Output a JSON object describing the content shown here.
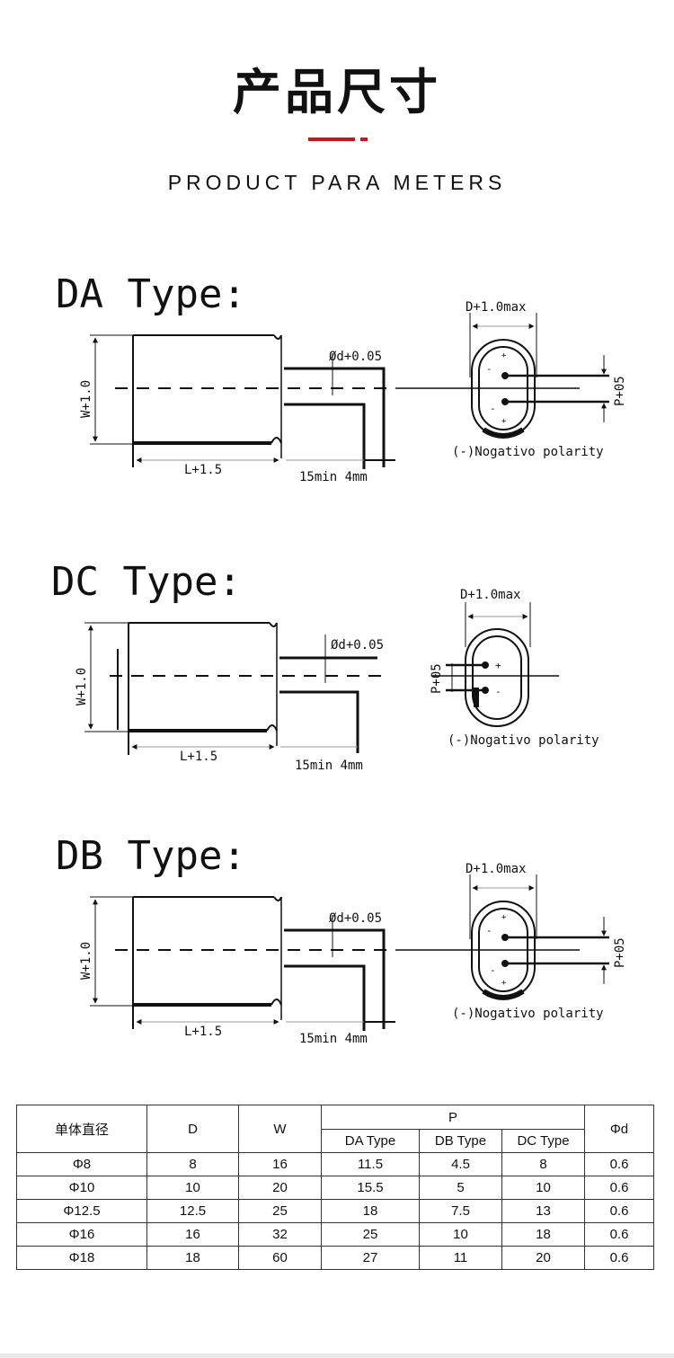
{
  "header": {
    "title": "产品尺寸",
    "subtitle": "PRODUCT PARA METERS",
    "accent": "#c8161d"
  },
  "diagrams": [
    {
      "title": "DA Type:",
      "w_label": "W+1.0",
      "l_label": "L+1.5",
      "lead_label": "15min 4mm",
      "d_label": "Ød+0.05",
      "dmax_label": "D+1.0max",
      "p_label": "P+05",
      "polarity_label": "(-)Nogativo polarity",
      "plus": "+",
      "minus": "-"
    },
    {
      "title": "DC Type:",
      "w_label": "W+1.0",
      "l_label": "L+1.5",
      "lead_label": "15min 4mm",
      "d_label": "Ød+0.05",
      "dmax_label": "D+1.0max",
      "p_label": "P+05",
      "polarity_label": "(-)Nogativo polarity",
      "plus": "+",
      "minus": "-"
    },
    {
      "title": "DB Type:",
      "w_label": "W+1.0",
      "l_label": "L+1.5",
      "lead_label": "15min 4mm",
      "d_label": "Ød+0.05",
      "dmax_label": "D+1.0max",
      "p_label": "P+05",
      "polarity_label": "(-)Nogativo polarity",
      "plus": "+",
      "minus": "-"
    }
  ],
  "table": {
    "headers": {
      "single": "单体直径",
      "d": "D",
      "w": "W",
      "p": "P",
      "da": "DA Type",
      "db": "DB Type",
      "dc": "DC Type",
      "phid": "Φd"
    },
    "rows": [
      [
        "Φ8",
        "8",
        "16",
        "11.5",
        "4.5",
        "8",
        "0.6"
      ],
      [
        "Φ10",
        "10",
        "20",
        "15.5",
        "5",
        "10",
        "0.6"
      ],
      [
        "Φ12.5",
        "12.5",
        "25",
        "18",
        "7.5",
        "13",
        "0.6"
      ],
      [
        "Φ16",
        "16",
        "32",
        "25",
        "10",
        "18",
        "0.6"
      ],
      [
        "Φ18",
        "18",
        "60",
        "27",
        "11",
        "20",
        "0.6"
      ]
    ]
  }
}
